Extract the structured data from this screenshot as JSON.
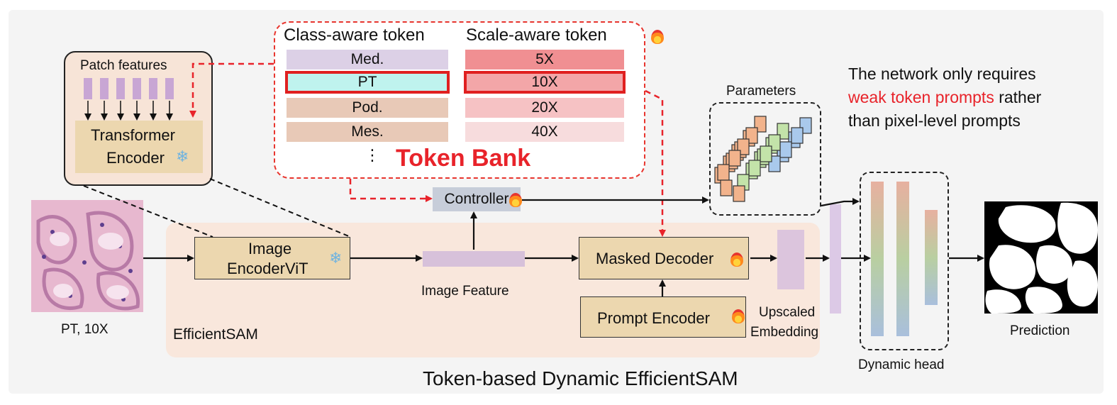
{
  "caption": "Token-based Dynamic EfficientSAM",
  "token_bank": {
    "title": "Token Bank",
    "class_header": "Class-aware token",
    "scale_header": "Scale-aware token",
    "class_tokens": [
      "Med.",
      "PT",
      "Pod.",
      "Mes."
    ],
    "scale_tokens": [
      "5X",
      "10X",
      "20X",
      "40X"
    ],
    "more": "⋮",
    "selected_class": "PT",
    "selected_scale": "10X"
  },
  "patch": {
    "title": "Patch features",
    "encoder_line1": "Transformer",
    "encoder_line2": "Encoder"
  },
  "input": {
    "label": "PT, 10X"
  },
  "efficientsam": {
    "label": "EfficientSAM",
    "image_encoder_line1": "Image",
    "image_encoder_line2": "EncoderViT",
    "image_feature": "Image Feature",
    "masked_decoder": "Masked Decoder",
    "prompt_encoder": "Prompt Encoder",
    "upscaled_line1": "Upscaled",
    "upscaled_line2": "Embedding"
  },
  "controller": {
    "label": "Controller"
  },
  "parameters": {
    "label": "Parameters"
  },
  "dynamic_head": {
    "label": "Dynamic head"
  },
  "prediction": {
    "label": "Prediction"
  },
  "note": {
    "line1": "The network only requires",
    "line2_red": "weak token prompts",
    "line2_rest": " rather",
    "line3": "than pixel-level prompts"
  },
  "icons": {
    "frozen": "snowflake-icon",
    "trainable": "fire-icon"
  },
  "colors": {
    "accent_red": "#e8232a",
    "class_token_colors": [
      "#dcd0e6",
      "#bff3ee",
      "#e8c9b7",
      "#e8c9b7"
    ],
    "scale_token_colors": [
      "#f08f92",
      "#f3a6a8",
      "#f6c2c4",
      "#f7dcdd"
    ],
    "encoder_fill": "#ecd7af",
    "efficientsam_bg": "#f9e7dc"
  }
}
